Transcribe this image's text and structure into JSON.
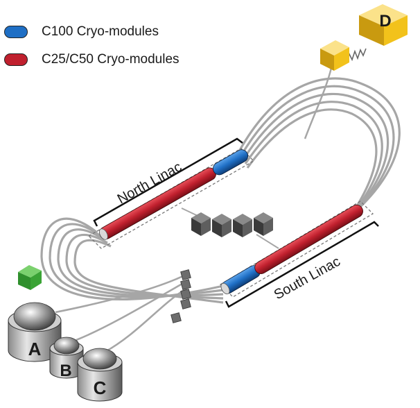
{
  "legend": {
    "c100": {
      "label": "C100 Cryo-modules",
      "color": "#1f6fc5"
    },
    "c25c50": {
      "label": "C25/C50 Cryo-modules",
      "color": "#c0202e"
    }
  },
  "linacs": {
    "north": {
      "label": "North Linac"
    },
    "south": {
      "label": "South Linac"
    }
  },
  "halls": {
    "a": {
      "label": "A"
    },
    "b": {
      "label": "B"
    },
    "c": {
      "label": "C"
    },
    "d": {
      "label": "D"
    }
  },
  "colors": {
    "beamline": "#a6a6a6",
    "injector": "#3aa335",
    "hall_d": "#f2c21b",
    "arc_box": "#6d6d6d"
  }
}
